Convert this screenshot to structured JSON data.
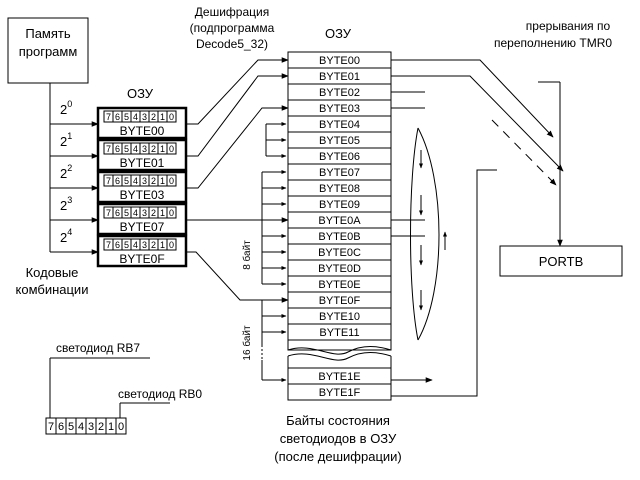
{
  "program_memory": {
    "line1": "Память",
    "line2": "программ"
  },
  "decoder_label": {
    "line1": "Дешифрация",
    "line2": "(подпрограмма",
    "line3": "Decode5_32)"
  },
  "ram_small_title": "ОЗУ",
  "ram_large_title": "ОЗУ",
  "bit_digits": [
    "7",
    "6",
    "5",
    "4",
    "3",
    "2",
    "1",
    "0"
  ],
  "powers": [
    {
      "base": "2",
      "exp": "0"
    },
    {
      "base": "2",
      "exp": "1"
    },
    {
      "base": "2",
      "exp": "2"
    },
    {
      "base": "2",
      "exp": "3"
    },
    {
      "base": "2",
      "exp": "4"
    }
  ],
  "small_bytes": [
    "BYTE00",
    "BYTE01",
    "BYTE03",
    "BYTE07",
    "BYTE0F"
  ],
  "code_combinations": {
    "line1": "Кодовые",
    "line2": "комбинации"
  },
  "ram_bytes": [
    "BYTE00",
    "BYTE01",
    "BYTE02",
    "BYTE03",
    "BYTE04",
    "BYTE05",
    "BYTE06",
    "BYTE07",
    "BYTE08",
    "BYTE09",
    "BYTE0A",
    "BYTE0B",
    "BYTE0C",
    "BYTE0D",
    "BYTE0E",
    "BYTE0F",
    "BYTE10",
    "BYTE11"
  ],
  "ram_bytes_tail": [
    "BYTE1E",
    "BYTE1F"
  ],
  "interrupts_label": {
    "line1": "прерывания по",
    "line2": "переполнению TMR0"
  },
  "portb": "PORTB",
  "span_8": "8 байт",
  "span_16": "16 байт",
  "led_rb7": "светодиод RB7",
  "led_rb0": "светодиод RB0",
  "caption": {
    "line1": "Байты состояния",
    "line2": "светодиодов в ОЗУ",
    "line3": "(после дешифрации)"
  }
}
